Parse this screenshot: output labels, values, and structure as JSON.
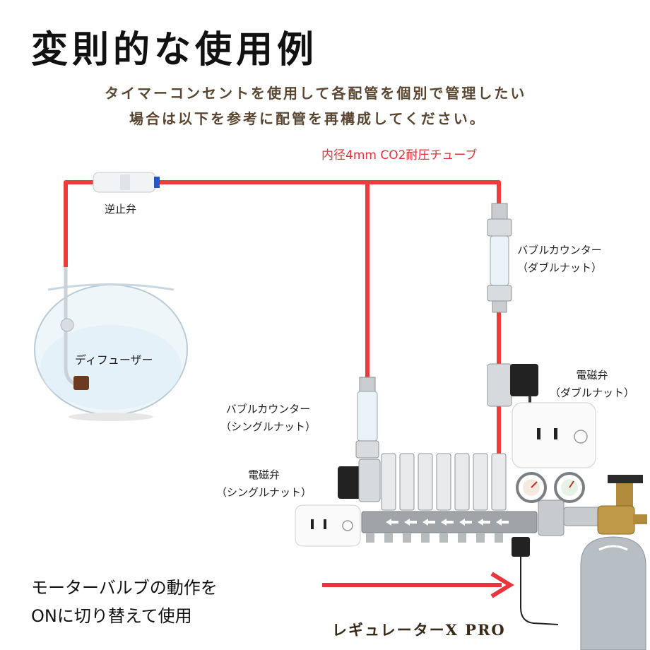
{
  "title": "変則的な使用例",
  "subtitle": {
    "line1": "タイマーコンセントを使用して各配管を個別で管理したい",
    "line2": "場合は以下を参考に配管を再構成してください。"
  },
  "labels": {
    "tube": "内径4mm CO2耐圧チューブ",
    "check_valve": "逆止弁",
    "bubble_counter_double_1": "バブルカウンター",
    "bubble_counter_double_2": "（ダブルナット）",
    "diffuser": "ディフューザー",
    "bubble_counter_single_1": "バブルカウンター",
    "bubble_counter_single_2": "（シングルナット）",
    "solenoid_double_1": "電磁弁",
    "solenoid_double_2": "（ダブルナット）",
    "solenoid_single_1": "電磁弁",
    "solenoid_single_2": "（シングルナット）"
  },
  "bottom_text": {
    "line1": "モーターバルブの動作を",
    "line2": "ONに切り替えて使用"
  },
  "product_name": "レギュレーターX PRO",
  "colors": {
    "tube": "#ee3b3b",
    "arrow": "#e8343a",
    "subtitle": "#5a4630"
  }
}
